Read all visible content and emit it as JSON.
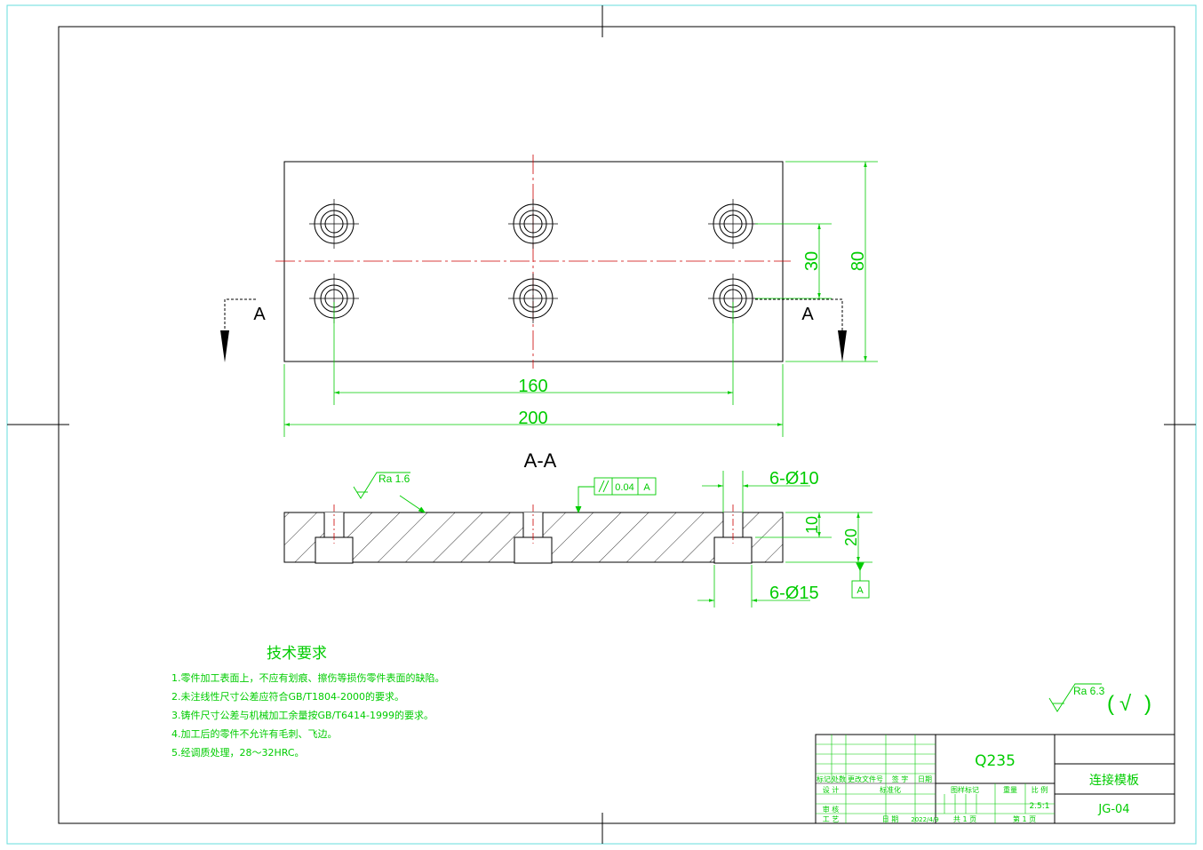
{
  "colors": {
    "outline": "#000000",
    "dimension": "#00cc00",
    "centerline": "#cc0000",
    "border_outer": "#66dddd"
  },
  "top_view": {
    "dim_hole_pitch_x": "160",
    "dim_length": "200",
    "dim_hole_pitch_y": "30",
    "dim_width": "80",
    "section_mark_left": "A",
    "section_mark_right": "A"
  },
  "section_view": {
    "title": "A-A",
    "roughness_top": "Ra 1.6",
    "tolerance_value": "0.04",
    "tolerance_datum": "A",
    "hole_small": "6-Ø10",
    "hole_large": "6-Ø15",
    "dim_thickness": "10",
    "dim_height": "20",
    "datum_label": "A"
  },
  "notes": {
    "heading": "技术要求",
    "items": [
      "1.零件加工表面上，不应有划痕、擦伤等损伤零件表面的缺陷。",
      "2.未注线性尺寸公差应符合GB/T1804-2000的要求。",
      "3.铸件尺寸公差与机械加工余量按GB/T6414-1999的要求。",
      "4.加工后的零件不允许有毛刺、飞边。",
      "5.经调质处理，28～32HRC。"
    ]
  },
  "general_roughness": {
    "value": "Ra 6.3",
    "bracket_open": "(",
    "bracket_check": "√",
    "bracket_close": ")"
  },
  "title_block": {
    "material": "Q235",
    "part_name": "连接模板",
    "drawing_no": "JG-04",
    "scale": "2.5:1",
    "date": "2022/4/9",
    "hdr_mark": "标记",
    "hdr_count": "处数",
    "hdr_change_doc": "更改文件号",
    "hdr_sign": "签 字",
    "hdr_date": "日期",
    "lbl_design": "设 计",
    "lbl_standard": "标准化",
    "lbl_stage_mark": "图样标记",
    "lbl_weight": "重量",
    "lbl_scale": "比 例",
    "lbl_review": "审 核",
    "lbl_process": "工 艺",
    "lbl_date": "日 期",
    "total_pages": "共  1  页",
    "page_no": "第  1  页"
  }
}
